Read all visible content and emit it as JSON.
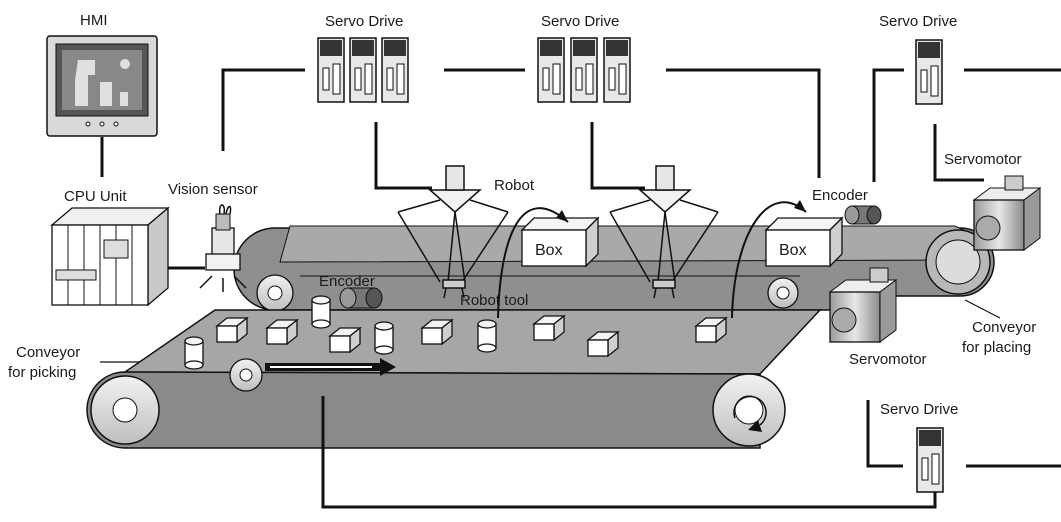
{
  "labels": {
    "hmi": "HMI",
    "servo_drive_1": "Servo Drive",
    "servo_drive_2": "Servo Drive",
    "servo_drive_3": "Servo Drive",
    "servo_drive_4": "Servo Drive",
    "cpu_unit": "CPU Unit",
    "vision_sensor": "Vision sensor",
    "robot": "Robot",
    "robot_tool": "Robot tool",
    "encoder_1": "Encoder",
    "encoder_2": "Encoder",
    "servomotor_1": "Servomotor",
    "servomotor_2": "Servomotor",
    "conveyor_picking_1": "Conveyor",
    "conveyor_picking_2": "for picking",
    "conveyor_placing_1": "Conveyor",
    "conveyor_placing_2": "for placing",
    "box_1": "Box",
    "box_2": "Box"
  },
  "colors": {
    "belt": "#8c8c8c",
    "belt_top": "#a6a6a6",
    "line": "#111111",
    "device_light": "#e6e6e6",
    "device_dark": "#333333",
    "panel_face": "#bdbdbd"
  }
}
